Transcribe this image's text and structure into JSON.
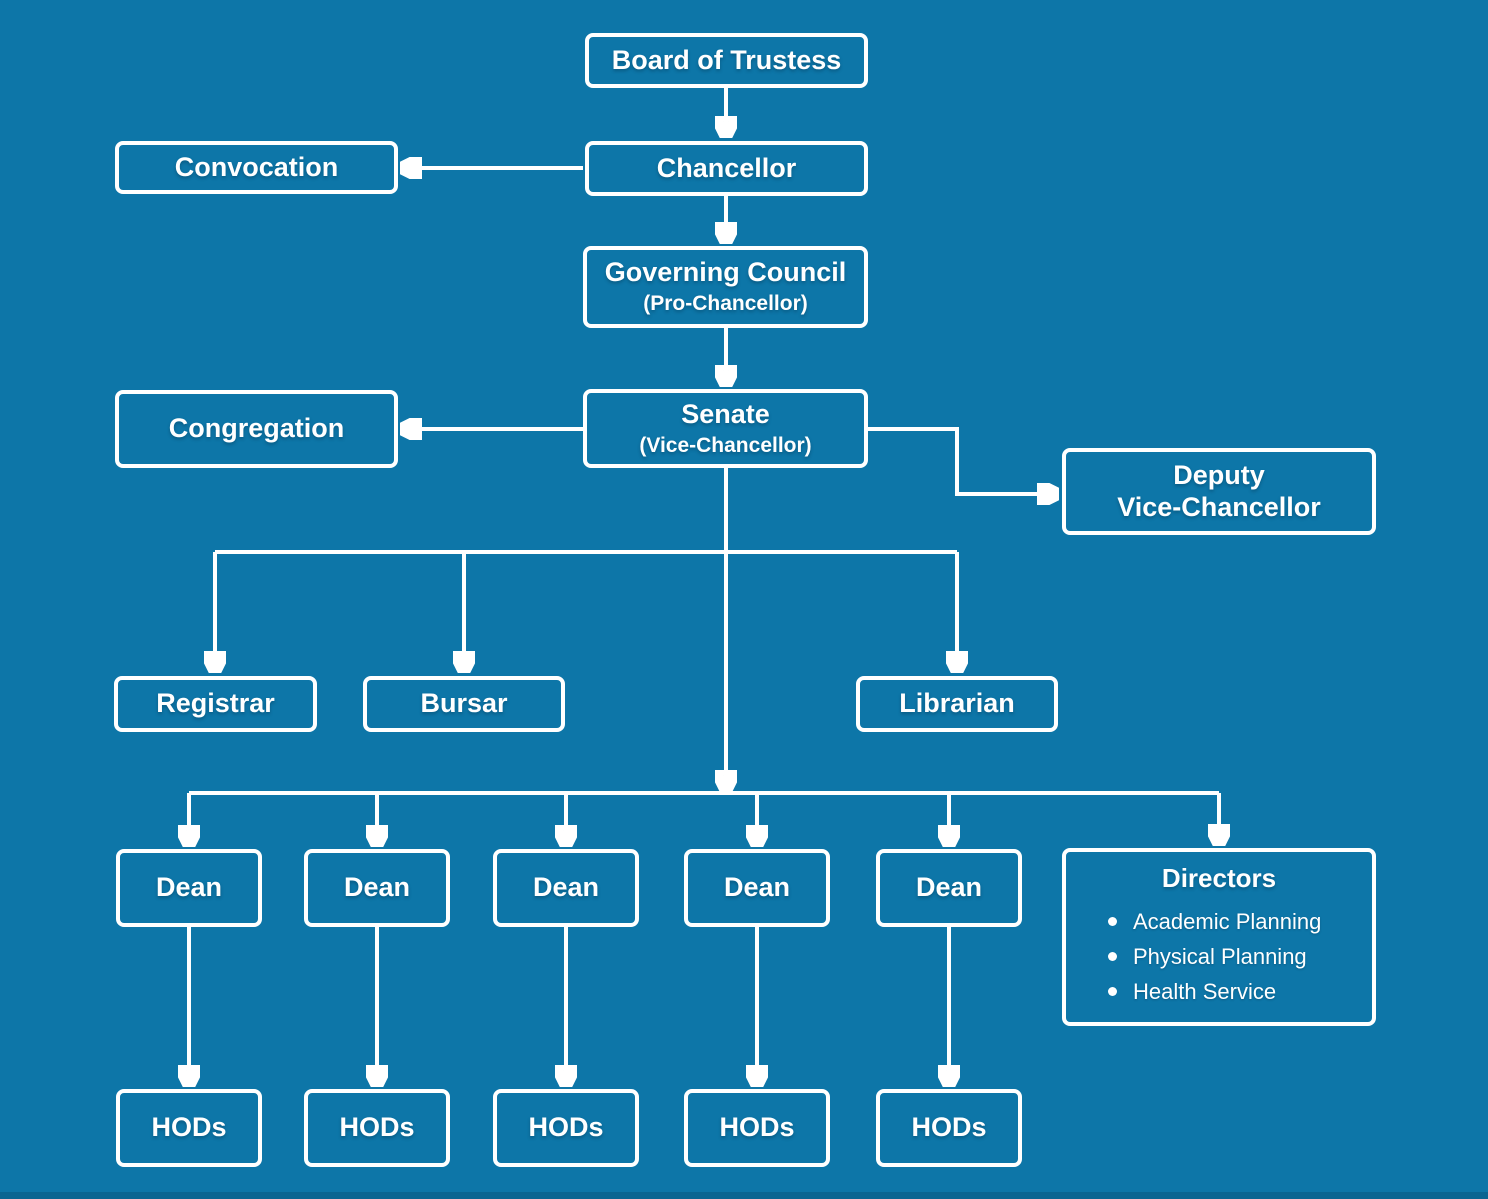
{
  "colors": {
    "background": "#0d76a8",
    "box_fill": "#0d76a8",
    "box_border": "#ffffff",
    "line": "#ffffff",
    "text": "#ffffff",
    "bottom_strip": "#0b6591"
  },
  "diagram": {
    "type": "org-chart",
    "nodes": {
      "board": {
        "label": "Board of Trustess"
      },
      "chancellor": {
        "label": "Chancellor"
      },
      "convocation": {
        "label": "Convocation"
      },
      "governing_council": {
        "label": "Governing Council",
        "sublabel": "(Pro-Chancellor)"
      },
      "senate": {
        "label": "Senate",
        "sublabel": "(Vice-Chancellor)"
      },
      "congregation": {
        "label": "Congregation"
      },
      "deputy_vice_chancellor": {
        "lines": [
          "Deputy",
          "Vice-Chancellor"
        ]
      },
      "registrar": {
        "label": "Registrar"
      },
      "bursar": {
        "label": "Bursar"
      },
      "librarian": {
        "label": "Librarian"
      },
      "deans": {
        "labels": [
          "Dean",
          "Dean",
          "Dean",
          "Dean",
          "Dean"
        ]
      },
      "directors": {
        "label": "Directors",
        "items": [
          "Academic Planning",
          "Physical Planning",
          "Health Service"
        ]
      },
      "hods": {
        "labels": [
          "HODs",
          "HODs",
          "HODs",
          "HODs",
          "HODs"
        ]
      }
    },
    "edges": [
      {
        "from": "Board of Trustess",
        "to": "Chancellor"
      },
      {
        "from": "Chancellor",
        "to": "Convocation"
      },
      {
        "from": "Chancellor",
        "to": "Governing Council (Pro-Chancellor)"
      },
      {
        "from": "Governing Council (Pro-Chancellor)",
        "to": "Senate (Vice-Chancellor)"
      },
      {
        "from": "Senate (Vice-Chancellor)",
        "to": "Congregation"
      },
      {
        "from": "Senate (Vice-Chancellor)",
        "to": "Deputy Vice-Chancellor"
      },
      {
        "from": "Senate (Vice-Chancellor)",
        "to": "Registrar"
      },
      {
        "from": "Senate (Vice-Chancellor)",
        "to": "Bursar"
      },
      {
        "from": "Senate (Vice-Chancellor)",
        "to": "Librarian"
      },
      {
        "from": "Senate (Vice-Chancellor)",
        "to": "Dean (x5)"
      },
      {
        "from": "Senate (Vice-Chancellor)",
        "to": "Directors"
      },
      {
        "from": "Dean 1",
        "to": "HODs 1"
      },
      {
        "from": "Dean 2",
        "to": "HODs 2"
      },
      {
        "from": "Dean 3",
        "to": "HODs 3"
      },
      {
        "from": "Dean 4",
        "to": "HODs 4"
      },
      {
        "from": "Dean 5",
        "to": "HODs 5"
      }
    ]
  }
}
